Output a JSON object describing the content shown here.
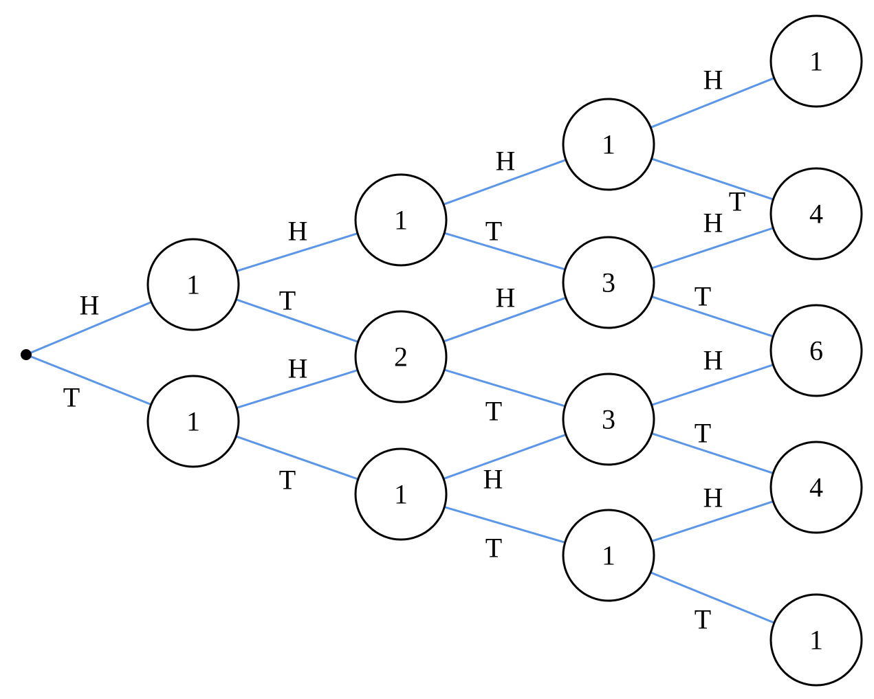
{
  "diagram": {
    "colors": {
      "edge": "#5b96e8",
      "node_stroke": "#000000",
      "node_fill": "#ffffff",
      "text": "#000000"
    },
    "nodes": [
      {
        "id": "root",
        "value": ""
      },
      {
        "id": "l1a",
        "value": "1"
      },
      {
        "id": "l1b",
        "value": "1"
      },
      {
        "id": "l2a",
        "value": "1"
      },
      {
        "id": "l2b",
        "value": "2"
      },
      {
        "id": "l2c",
        "value": "1"
      },
      {
        "id": "l3a",
        "value": "1"
      },
      {
        "id": "l3b",
        "value": "3"
      },
      {
        "id": "l3c",
        "value": "3"
      },
      {
        "id": "l3d",
        "value": "1"
      },
      {
        "id": "l4a",
        "value": "1"
      },
      {
        "id": "l4b",
        "value": "4"
      },
      {
        "id": "l4c",
        "value": "6"
      },
      {
        "id": "l4d",
        "value": "4"
      },
      {
        "id": "l4e",
        "value": "1"
      }
    ],
    "edges": [
      {
        "from": "root",
        "to": "l1a",
        "label": "H"
      },
      {
        "from": "root",
        "to": "l1b",
        "label": "T"
      },
      {
        "from": "l1a",
        "to": "l2a",
        "label": "H"
      },
      {
        "from": "l1a",
        "to": "l2b",
        "label": "T"
      },
      {
        "from": "l1b",
        "to": "l2b",
        "label": "H"
      },
      {
        "from": "l1b",
        "to": "l2c",
        "label": "T"
      },
      {
        "from": "l2a",
        "to": "l3a",
        "label": "H"
      },
      {
        "from": "l2a",
        "to": "l3b",
        "label": "T"
      },
      {
        "from": "l2b",
        "to": "l3b",
        "label": "H"
      },
      {
        "from": "l2b",
        "to": "l3c",
        "label": "T"
      },
      {
        "from": "l2c",
        "to": "l3c",
        "label": "H"
      },
      {
        "from": "l2c",
        "to": "l3d",
        "label": "T"
      },
      {
        "from": "l3a",
        "to": "l4a",
        "label": "H"
      },
      {
        "from": "l3a",
        "to": "l4b",
        "label": "T"
      },
      {
        "from": "l3b",
        "to": "l4b",
        "label": "H"
      },
      {
        "from": "l3b",
        "to": "l4c",
        "label": "T"
      },
      {
        "from": "l3c",
        "to": "l4c",
        "label": "H"
      },
      {
        "from": "l3c",
        "to": "l4d",
        "label": "T"
      },
      {
        "from": "l3d",
        "to": "l4d",
        "label": "H"
      },
      {
        "from": "l3d",
        "to": "l4e",
        "label": "T"
      }
    ]
  }
}
